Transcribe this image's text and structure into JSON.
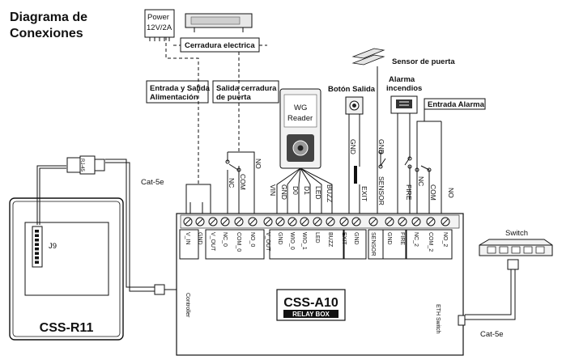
{
  "title": [
    "Diagrama de",
    "Conexiones"
  ],
  "power": [
    "Power",
    "12V/2A"
  ],
  "lock": "Cerradura electrica",
  "door_sensor": "Sensor de puerta",
  "alarm": [
    "Alarma",
    "incendios"
  ],
  "exit_button": "Botón Salida",
  "alarm_input": "Entrada Alarma",
  "power_input": [
    "Entrada y Salida",
    "Alimentación"
  ],
  "lock_output": [
    "Salida cerradura",
    "de puerta"
  ],
  "reader": [
    "WG",
    "Reader"
  ],
  "cat5e_top": "Cat-5e",
  "cat5e_bottom": "Cat-5e",
  "rj45": "RJ-45",
  "switch_label": "Switch",
  "j9": "J9",
  "device_left": "CSS-R11",
  "relay_model": "CSS-A10",
  "relay_sub": "RELAY BOX",
  "controller": "Controller",
  "eth_switch": "ETH Switch",
  "wire_labels": {
    "no_left": "NO",
    "com_left": "COM",
    "nc_left": "NC",
    "vin": "VIN",
    "gnd_r": "GND",
    "d0": "D0",
    "d1": "D1",
    "led": "LED",
    "buzz": "BUZZ",
    "gnd_exit": "GND",
    "exit": "EXIT",
    "gnd_sensor": "GND",
    "sensor": "SENSOR",
    "fire": "FIRE",
    "nc_right": "NC",
    "com_right": "COM",
    "no_right": "NO"
  },
  "terminals": [
    "V_IN",
    "GND",
    "V_OUT",
    "NC_0",
    "COM_0",
    "NO_0",
    "V_OUT",
    "GND",
    "WIO_0",
    "WIO_1",
    "LED",
    "BUZZ",
    "EXIT",
    "GND",
    "SENSOR",
    "GND",
    "FIRE",
    "NC_2",
    "COM_2",
    "NO_2"
  ]
}
